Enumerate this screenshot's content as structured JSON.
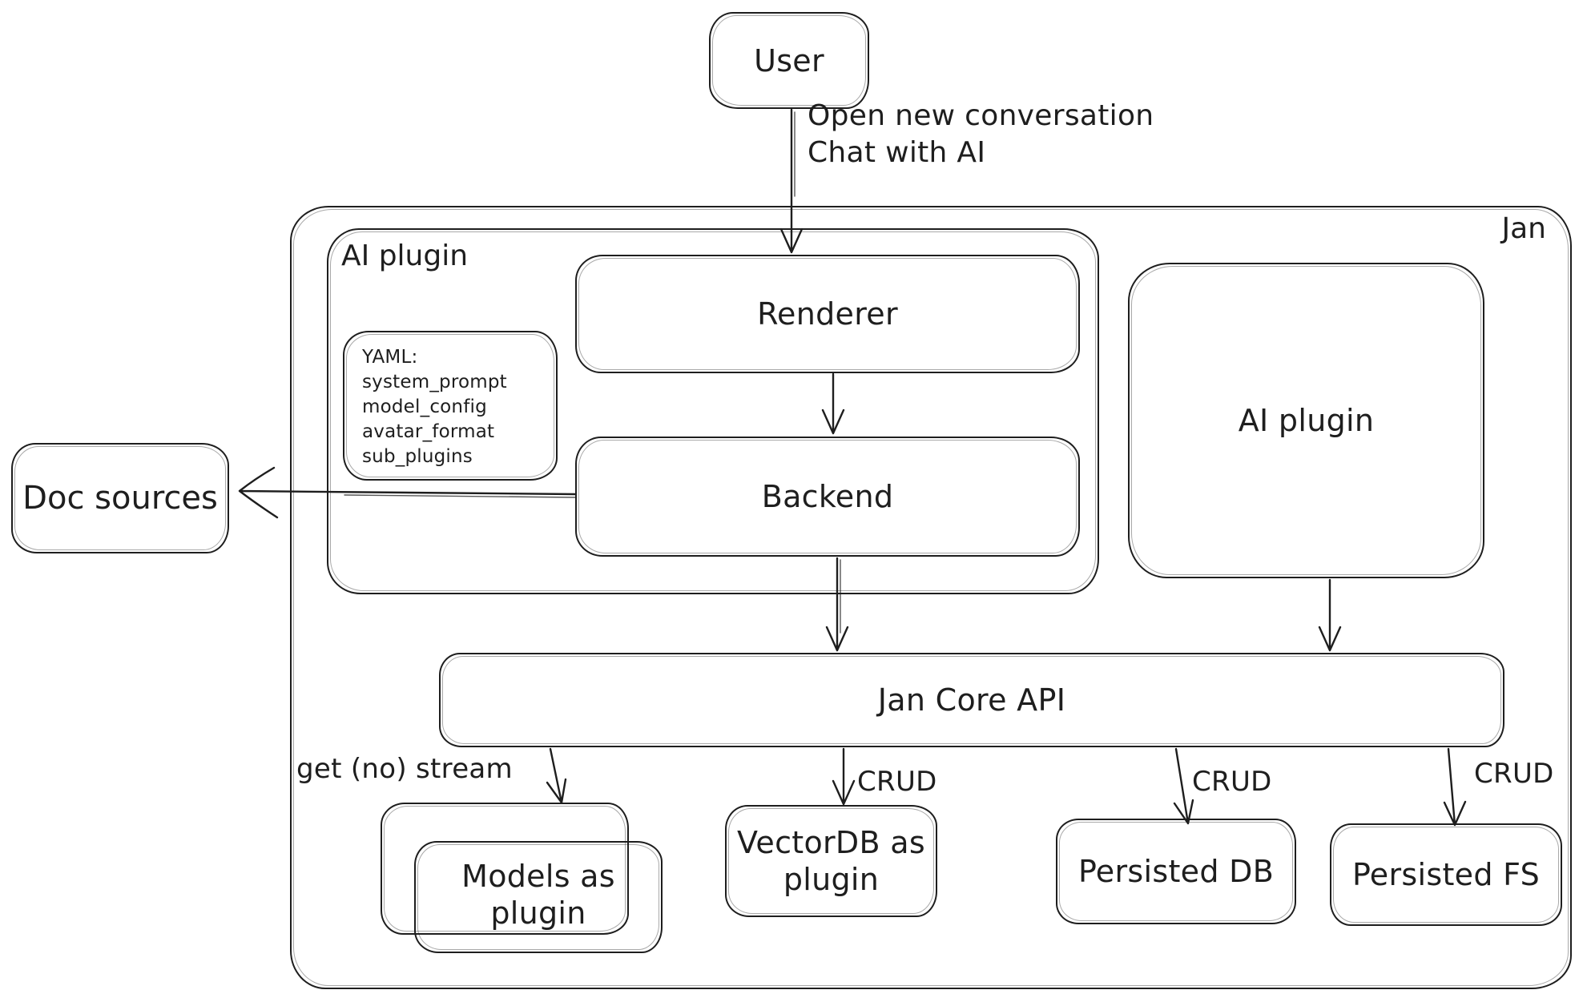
{
  "diagram": {
    "background": "#ffffff",
    "stroke_color": "#1e1e1e",
    "nodes": {
      "user": {
        "label": "User"
      },
      "jan_container": {
        "label": "Jan"
      },
      "ai_plugin_container": {
        "label": "AI plugin"
      },
      "renderer": {
        "label": "Renderer"
      },
      "yaml_note": {
        "lines": [
          "YAML:",
          "system_prompt",
          "model_config",
          "avatar_format",
          "sub_plugins"
        ]
      },
      "backend": {
        "label": "Backend"
      },
      "ai_plugin_right": {
        "label": "AI plugin"
      },
      "doc_sources": {
        "label": "Doc sources"
      },
      "jan_core_api": {
        "label": "Jan Core API"
      },
      "models_as_plugin": {
        "label": "Models as plugin"
      },
      "vectordb_as_plugin": {
        "label": "VectorDB as plugin"
      },
      "persisted_db": {
        "label": "Persisted DB"
      },
      "persisted_fs": {
        "label": "Persisted FS"
      }
    },
    "edge_labels": {
      "user_to_jan_line1": "Open new conversation",
      "user_to_jan_line2": "Chat with AI",
      "models_stream": "get (no) stream",
      "vectordb_crud": "CRUD",
      "persisted_db_crud": "CRUD",
      "persisted_fs_crud": "CRUD"
    }
  }
}
